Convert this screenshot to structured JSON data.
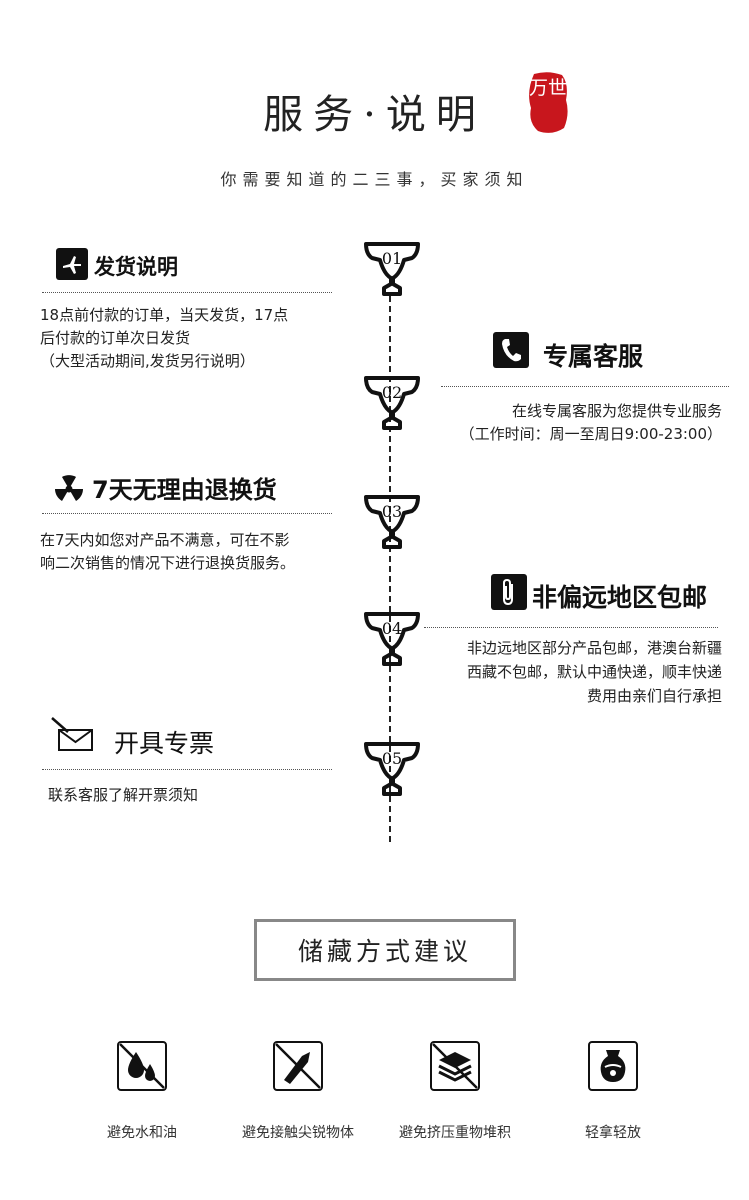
{
  "header": {
    "title": "服务·说明",
    "seal_text": "万世",
    "subtitle": "你需要知道的二三事，买家须知"
  },
  "timeline": {
    "steps": [
      "01",
      "02",
      "03",
      "04",
      "05"
    ]
  },
  "sections": {
    "shipping": {
      "title": "发货说明",
      "line1": "18点前付款的订单，当天发货，17点",
      "line2": "后付款的订单次日发货",
      "line3": "（大型活动期间,发货另行说明）"
    },
    "service": {
      "title": "专属客服",
      "line1": "在线专属客服为您提供专业服务",
      "line2": "（工作时间：周一至周日9:00-23:00）"
    },
    "returns": {
      "title": "7天无理由退换货",
      "line1": "在7天内如您对产品不满意，可在不影",
      "line2": "响二次销售的情况下进行退换货服务。"
    },
    "free_shipping": {
      "title": "非偏远地区包邮",
      "line1": "非边远地区部分产品包邮，港澳台新疆",
      "line2": "西藏不包邮，默认中通快递，顺丰快递",
      "line3": "费用由亲们自行承担"
    },
    "invoice": {
      "title": "开具专票",
      "line1": "联系客服了解开票须知"
    }
  },
  "storage": {
    "title": "储藏方式建议",
    "items": [
      {
        "label": "避免水和油",
        "icon": "no-water-oil-icon"
      },
      {
        "label": "避免接触尖锐物体",
        "icon": "no-sharp-objects-icon"
      },
      {
        "label": "避免挤压重物堆积",
        "icon": "no-stacking-icon"
      },
      {
        "label": "轻拿轻放",
        "icon": "fragile-vase-icon"
      }
    ]
  },
  "colors": {
    "seal_red": "#c8161d",
    "text": "#222222",
    "border_gray": "#888888"
  }
}
